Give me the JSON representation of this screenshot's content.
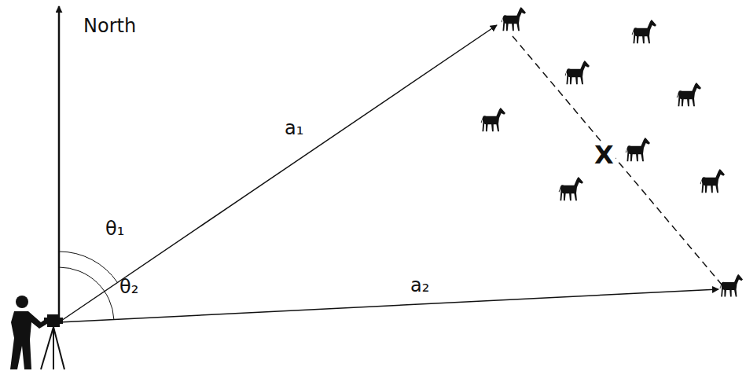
{
  "diagram": {
    "labels": [
      "North",
      "a₁",
      "θ₁",
      "θ₂",
      "a₂",
      "X"
    ]
  }
}
